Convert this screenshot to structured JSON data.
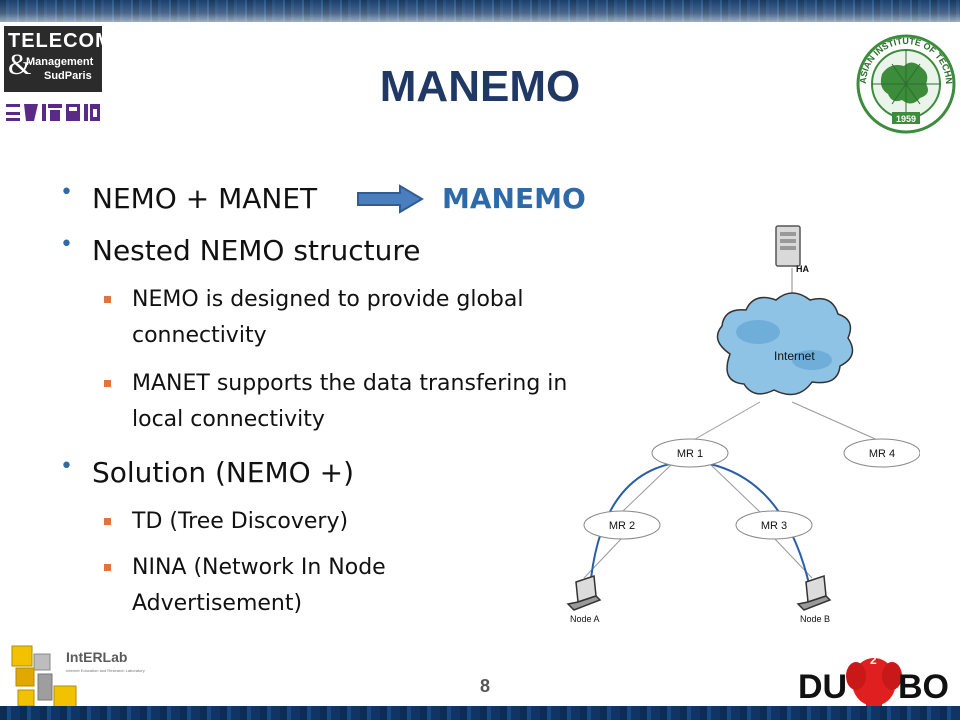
{
  "header": {
    "title": "MANEMO"
  },
  "logos": {
    "telecom_main": "TELECOM",
    "telecom_amp": "&",
    "telecom_sub1": "Management",
    "telecom_sub2": "SudParis",
    "ait_text": "ASIAN INSTITUTE OF TECHNOLOGY",
    "ait_year": "1959",
    "intrlab_name": "IntERLab",
    "intrlab_tagline": "Internet Education and Research Laboratory",
    "dumbo_left": "DU",
    "dumbo_right": "BO",
    "dumbo_super": "2"
  },
  "bullets": {
    "b1": {
      "left": "NEMO + MANET",
      "right": "MANEMO"
    },
    "b2": "Nested NEMO structure",
    "b2_sub1": "NEMO is designed to provide global connectivity",
    "b2_sub2": "MANET supports the data transfering in local connectivity",
    "b3": "Solution (NEMO +)",
    "b3_sub1": "TD  (Tree Discovery)",
    "b3_sub2": "NINA (Network In Node Advertisement)"
  },
  "diagram": {
    "ha": "HA",
    "internet": "Internet",
    "mr1": "MR 1",
    "mr2": "MR 2",
    "mr3": "MR 3",
    "mr4": "MR 4",
    "node_a": "Node A",
    "node_b": "Node B"
  },
  "footer": {
    "page_number": "8"
  },
  "colors": {
    "title": "#1f3864",
    "accent": "#2f6aa8",
    "bullet_square": "#e8703a"
  }
}
